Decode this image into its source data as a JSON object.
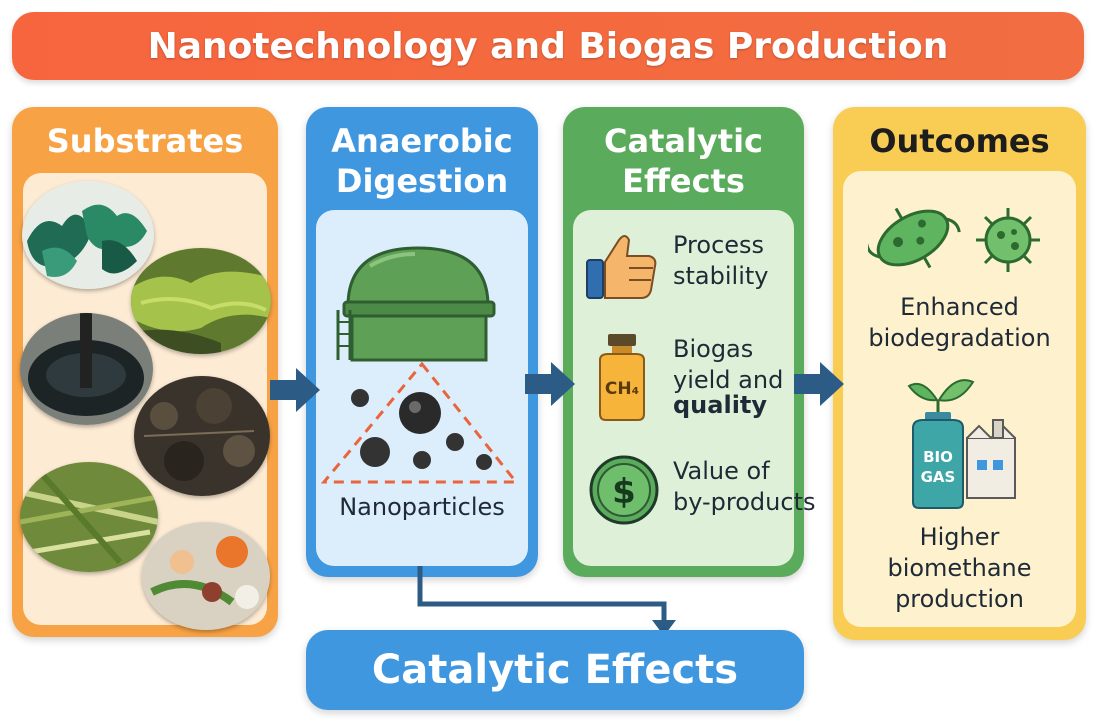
{
  "title": "Nanotechnology and Biogas Production",
  "panels": {
    "substrates": {
      "title": "Substrates"
    },
    "anaerobic": {
      "title_line1": "Anaerobic",
      "title_line2": "Digestion",
      "nanoparticles_label": "Nanoparticles"
    },
    "catalytic": {
      "title_line1": "Catalytic",
      "title_line2": "Effects",
      "items": [
        {
          "line1": "Process",
          "line2": "stability",
          "icon": "thumbs-up-icon"
        },
        {
          "line1": "Biogas",
          "line2": "yield and",
          "line3": "quality",
          "icon": "ch4-bottle-icon",
          "bottle_label": "CH₄"
        },
        {
          "line1": "Value of",
          "line2": "by-products",
          "icon": "dollar-coin-icon",
          "coin_label": "$"
        }
      ]
    },
    "outcomes": {
      "title": "Outcomes",
      "items": [
        {
          "line1": "Enhanced",
          "line2": "biodegradation",
          "icon": "microbe-icon"
        },
        {
          "line1": "Higher",
          "line2": "biomethane",
          "line3": "production",
          "icon": "biogas-tank-icon",
          "tank_line1": "BIO",
          "tank_line2": "GAS"
        }
      ]
    }
  },
  "bottom_label": "Catalytic Effects",
  "colors": {
    "banner": "#f46a3e",
    "substrates": "#f7a244",
    "anaerobic": "#3f97e0",
    "catalytic": "#5bab5c",
    "outcomes": "#f9cc53",
    "arrow": "#2c5c86"
  }
}
